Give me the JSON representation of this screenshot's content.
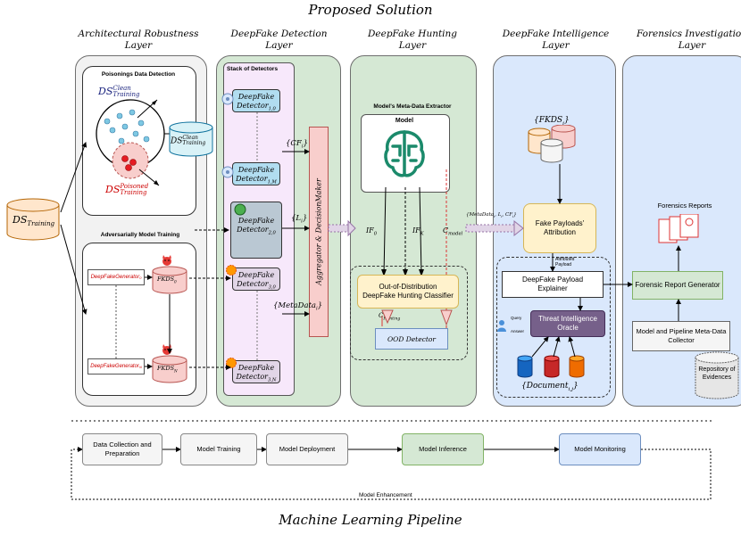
{
  "header": {
    "title": "Proposed Solution",
    "footer_title": "Machine Learning Pipeline"
  },
  "layers": [
    {
      "id": "robustness",
      "line1": "Architectural Robustness",
      "line2": "Layer"
    },
    {
      "id": "detection",
      "line1": "DeepFake Detection",
      "line2": "Layer"
    },
    {
      "id": "hunting",
      "line1": "DeepFake Hunting",
      "line2": "Layer"
    },
    {
      "id": "intelligence",
      "line1": "DeepFake Intelligence",
      "line2": "Layer"
    },
    {
      "id": "forensics",
      "line1": "Forensics Investigation",
      "line2": "Layer"
    }
  ],
  "robustness": {
    "poison_title": "Poisonings Data Detection",
    "ds_label": "DS",
    "clean_sup": "Clean",
    "training_sub": "Training",
    "poisoned_sup": "Poisoned",
    "adv_title": "Adversarially Model Training",
    "gen0": "DeepFakeGenerator",
    "gen0_sub": "0",
    "genN": "DeepFakeGenerator",
    "genN_sub": "N",
    "fkds": "FKDS",
    "fkds0_sub": "0",
    "fkdsN_sub": "N",
    "ds_training": "DS",
    "ds_training_sub": "Training"
  },
  "detection": {
    "stack_title": "Stack of Detectors",
    "det_name": "DeepFake",
    "det_word": "Detector",
    "detectors": [
      "1,0",
      "1,M",
      "2,0",
      "3,0",
      "3,N"
    ],
    "aggregator": "Aggregator & DecisionMaker",
    "cf": "{CF",
    "cf_sub": "i",
    "li": "{L",
    "li_sub": "i",
    "meta": "{MetaData",
    "meta_sub": "i"
  },
  "hunting": {
    "extractor_title": "Model's Meta-Data Extractor",
    "model_label": "Model",
    "if0": "IF",
    "if0_sub": "0",
    "ifk": "IF",
    "ifk_sub": "K",
    "cmodel": "C",
    "cmodel_sub": "model",
    "ood_classifier": "Out-of-Distribution DeepFake Hunting Classifier",
    "chunting": "C",
    "chunting_sub": "Hunting",
    "ood_detector": "OOD Detector",
    "meta_arrow": "{MetaData",
    "meta_arrow_rest": ", L",
    "meta_arrow_rest2": ", CF",
    "meta_arrow_sub": "i"
  },
  "intelligence": {
    "fkds_set": "{FKDS",
    "fkds_set_sub": "i",
    "attribution": "Fake Payloads' Attribution",
    "attributed": "Attributed Payload",
    "explainer": "DeepFake Payload Explainer",
    "oracle": "Threat Intelligence Oracle",
    "query": "Query",
    "answer": "Answer",
    "documents": "{Document",
    "documents_sub": "i,j"
  },
  "forensics": {
    "reports_title": "Forensics Reports",
    "generator": "Forensic Report Generator",
    "collector": "Model and Pipeline Meta-Data Collector",
    "repository": "Repository of Evidences"
  },
  "pipeline": {
    "steps": [
      "Data Collection and Preparation",
      "Model Training",
      "Model Deployment",
      "Model Inference",
      "Model Monitoring"
    ],
    "enhancement": "Model Enhancement"
  },
  "colors": {
    "robustness_bg": "#f2f2f2",
    "detection_bg": "#d5e8d4",
    "hunting_bg": "#d5e8d4",
    "intelligence_bg": "#dae8fc",
    "forensics_bg": "#dae8fc",
    "stack_bg": "#f7e8fb",
    "detector_blue": "#b1ddf0",
    "detector_grey": "#bac8d3",
    "detector_pink": "#e1d5e7",
    "aggregator_bg": "#f8cecc",
    "attribution_bg": "#fff2cc",
    "oracle_bg": "#76608a"
  }
}
